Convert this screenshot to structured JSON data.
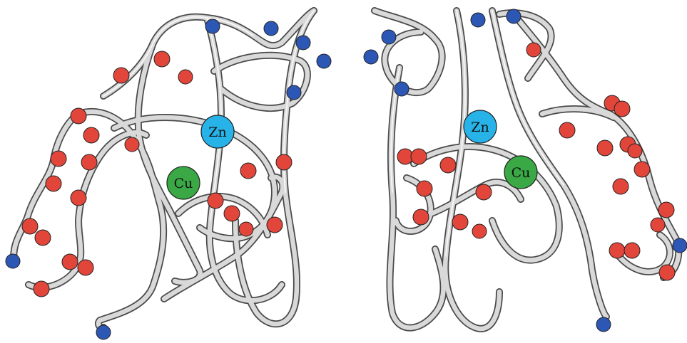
{
  "figure": {
    "left_subunit": {
      "metals": [
        {
          "label": "Zn",
          "color": "#27b3e8"
        },
        {
          "label": "Cu",
          "color": "#39a845"
        }
      ]
    },
    "right_subunit": {
      "metals": [
        {
          "label": "Zn",
          "color": "#27b3e8"
        },
        {
          "label": "Cu",
          "color": "#39a845"
        }
      ]
    },
    "colors": {
      "ribbon": "#d9d9d9",
      "ribbon_edge": "#4a4a4a",
      "red_residue": "#e2463a",
      "blue_residue": "#2c57b5"
    }
  }
}
